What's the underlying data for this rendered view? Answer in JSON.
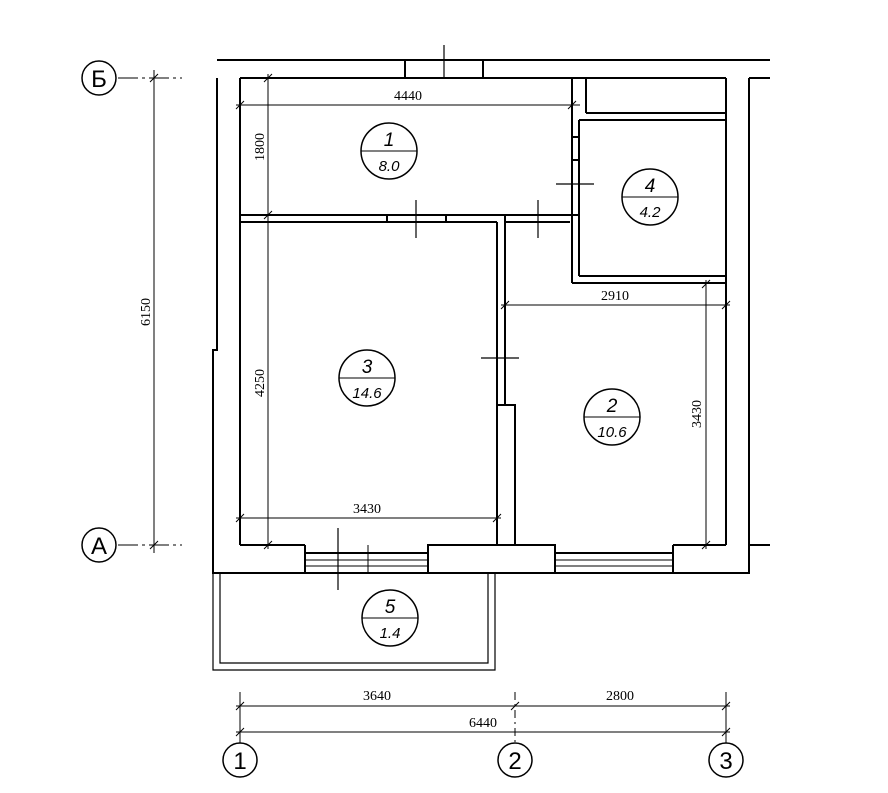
{
  "plan": {
    "axes": {
      "rows": [
        "Б",
        "А"
      ],
      "columns": [
        "1",
        "2",
        "3"
      ]
    },
    "rooms": [
      {
        "number": "1",
        "area": "8.0"
      },
      {
        "number": "2",
        "area": "10.6"
      },
      {
        "number": "3",
        "area": "14.6"
      },
      {
        "number": "4",
        "area": "4.2"
      },
      {
        "number": "5",
        "area": "1.4"
      }
    ],
    "dimensions": {
      "room1_width": "4440",
      "room1_depth": "1800",
      "room2_width": "2910",
      "room2_depth": "3430",
      "room3_depth": "4250",
      "room3_width": "3430",
      "overall_depth": "6150",
      "bay_1_2": "3640",
      "bay_2_3": "2800",
      "overall_width": "6440"
    }
  },
  "colors": {
    "line": "#000000",
    "background": "#ffffff"
  }
}
